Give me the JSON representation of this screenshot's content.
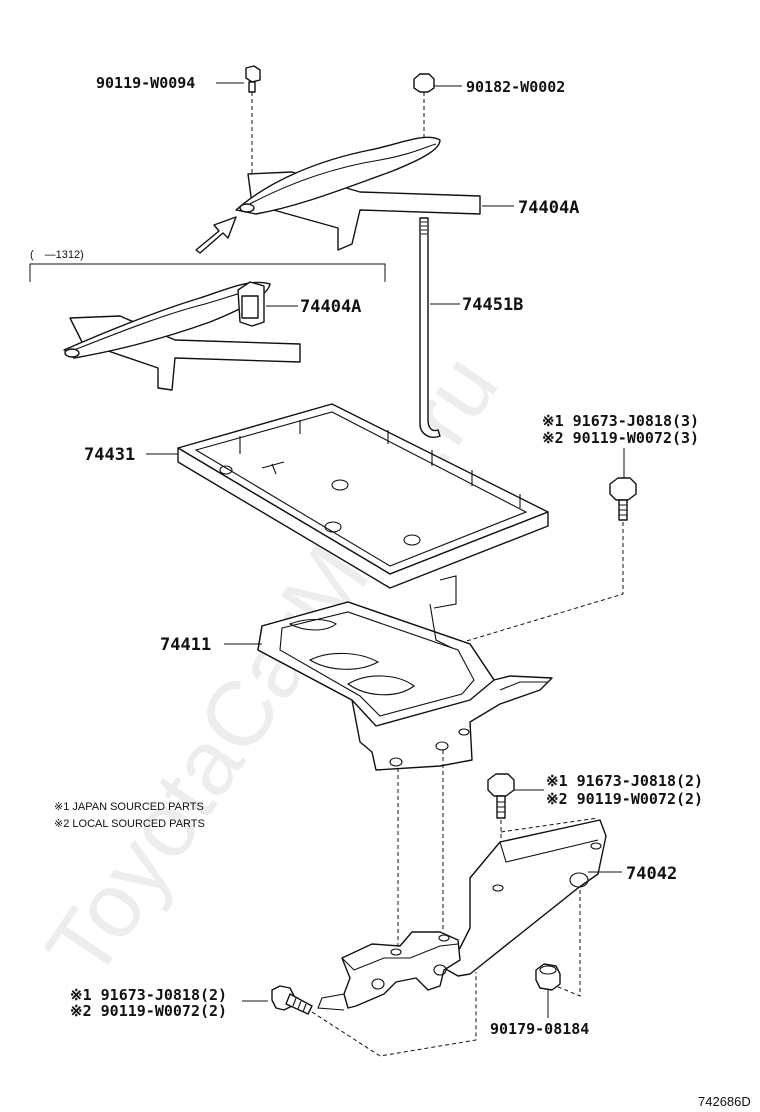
{
  "diagram_code": "742686D",
  "watermark": "ToyotaCarMine.ru",
  "range_note": "(　—1312)",
  "notes": [
    "※1 JAPAN SOURCED PARTS",
    "※2 LOCAL SOURCED PARTS"
  ],
  "labels": {
    "bolt_top": "90119-W0094",
    "nut_top": "90182-W0002",
    "clamp_upper": "74404A",
    "clamp_lower": "74404A",
    "rod": "74451B",
    "bolt_right_1": "※1 91673-J0818(3)",
    "bolt_right_2": "※2 90119-W0072(3)",
    "tray": "74431",
    "carrier": "74411",
    "bolt_mid_1": "※1 91673-J0818(2)",
    "bolt_mid_2": "※2 90119-W0072(2)",
    "bracket": "74042",
    "bolt_left_1": "※1 91673-J0818(2)",
    "bolt_left_2": "※2 90119-W0072(2)",
    "nut_bottom": "90179-08184"
  }
}
